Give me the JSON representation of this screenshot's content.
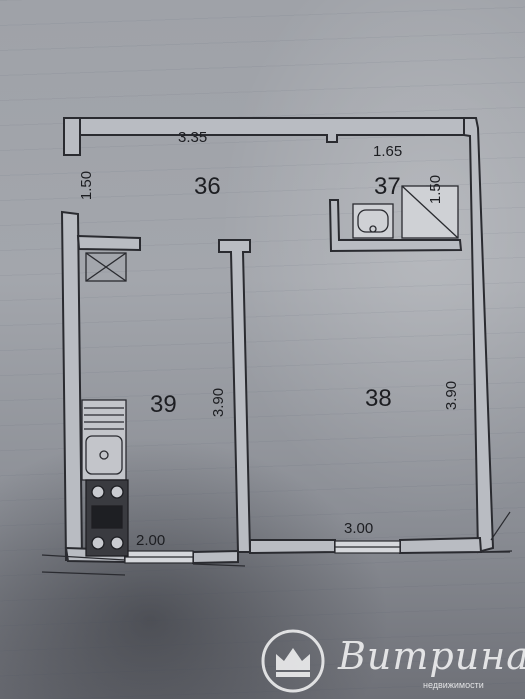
{
  "plan": {
    "dimensions": [
      "3.35",
      "1.65",
      "1.50",
      "1.50",
      "3.90",
      "3.90",
      "2.00",
      "3.00"
    ],
    "rooms": [
      "36",
      "37",
      "38",
      "39"
    ]
  },
  "watermark": {
    "brand": "Витрина",
    "subtitle": "недвижимости"
  },
  "colors": {
    "wall": "#2a2b30",
    "wall_fill": "#b9bcc2",
    "watermark": "#ffffff"
  }
}
